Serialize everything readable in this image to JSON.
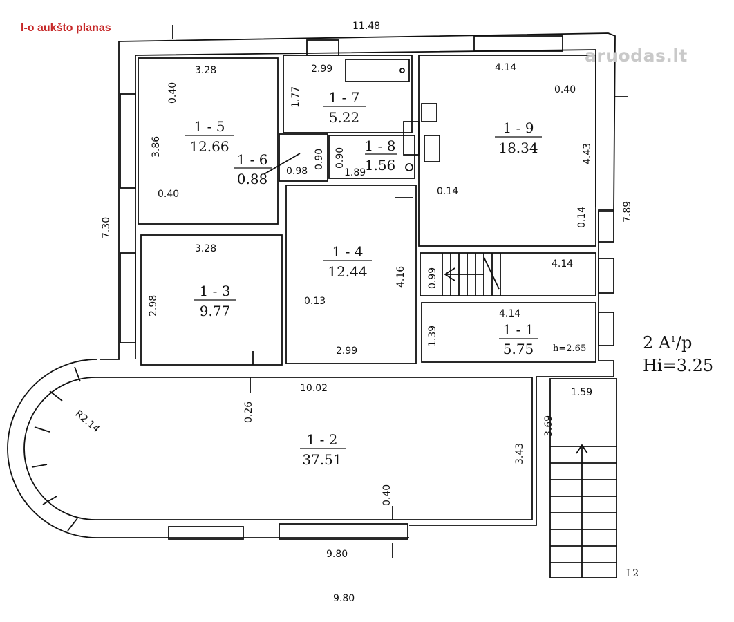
{
  "title": "I-o aukšto planas",
  "watermark": {
    "text": "aruodas",
    "suffix": ".lt"
  },
  "legend": {
    "line1": "2 A",
    "line1_sup": "1",
    "line1_tail": "/p",
    "line2": "Hi=3.25"
  },
  "rooms": {
    "r1_5": {
      "id": "1 - 5",
      "area": "12.66"
    },
    "r1_6": {
      "id": "1 - 6",
      "area": "0.88"
    },
    "r1_7": {
      "id": "1 - 7",
      "area": "5.22"
    },
    "r1_8": {
      "id": "1 - 8",
      "area": "1.56"
    },
    "r1_9": {
      "id": "1 - 9",
      "area": "18.34"
    },
    "r1_4": {
      "id": "1 - 4",
      "area": "12.44"
    },
    "r1_3": {
      "id": "1 - 3",
      "area": "9.77"
    },
    "r1_1": {
      "id": "1 - 1",
      "area": "5.75"
    },
    "r1_2": {
      "id": "1 - 2",
      "area": "37.51"
    }
  },
  "dimensions": {
    "top_total": "11.48",
    "left_total": "7.30",
    "right_total": "7.89",
    "r5_width": "3.28",
    "r5_height": "3.86",
    "r5_wall_top": "0.40",
    "r5_wall_left": "0.40",
    "r7_width": "2.99",
    "r7_height": "1.77",
    "r6_width": "0.98",
    "r6_height": "0.90",
    "r8_height": "0.90",
    "r8_width": "1.89",
    "r9_width": "4.14",
    "r9_height": "4.43",
    "r9_wall_right": "0.40",
    "r9_wall_left": "0.14",
    "r9_wall_bottom": "0.14",
    "stair_width": "4.14",
    "stair_height": "0.99",
    "r3_width": "3.28",
    "r3_height": "2.98",
    "r3_wall": "0.13",
    "r4_height": "4.16",
    "r4_width": "2.99",
    "r1_width": "4.14",
    "r1_height": "1.39",
    "r1_h": "h=2.65",
    "r2_top": "10.02",
    "r2_wall": "0.26",
    "r2_radius": "R2.14",
    "r2_height": "3.43",
    "r2_wall_bottom": "0.40",
    "r2_bottom": "9.80",
    "bottom_cut": "9.80",
    "ext_width": "1.59",
    "ext_height": "3.69",
    "l2": "L2"
  },
  "colors": {
    "title": "#c62828",
    "lines": "#111111",
    "watermark": "#c9c9c9"
  }
}
